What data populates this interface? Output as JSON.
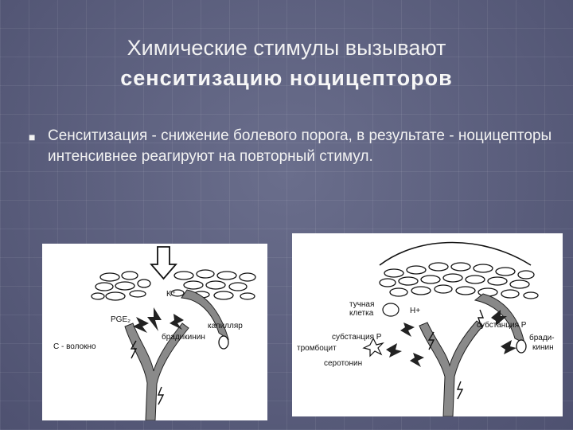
{
  "title": {
    "line1": "Химические стимулы вызывают",
    "line2": "сенситизацию ноцицепторов"
  },
  "bullet": {
    "text": "Сенситизация - снижение болевого порога, в результате - ноцицепторы интенсивнее реагируют на повторный стимул."
  },
  "left_figure": {
    "labels": {
      "pge": "PGE₂",
      "capillary": "капилляр",
      "bradykinin": "брадикинин",
      "c_fiber": "С - волокно",
      "k": "K⁺"
    }
  },
  "right_figure": {
    "labels": {
      "mast_cell": "тучная клетка",
      "h": "H+",
      "substance_p_top": "субстанция P",
      "substance_p_left": "субстанция P",
      "thrombocyte": "тромбоцит",
      "bradykinin": "бради- кинин",
      "serotonin": "серотонин"
    }
  }
}
